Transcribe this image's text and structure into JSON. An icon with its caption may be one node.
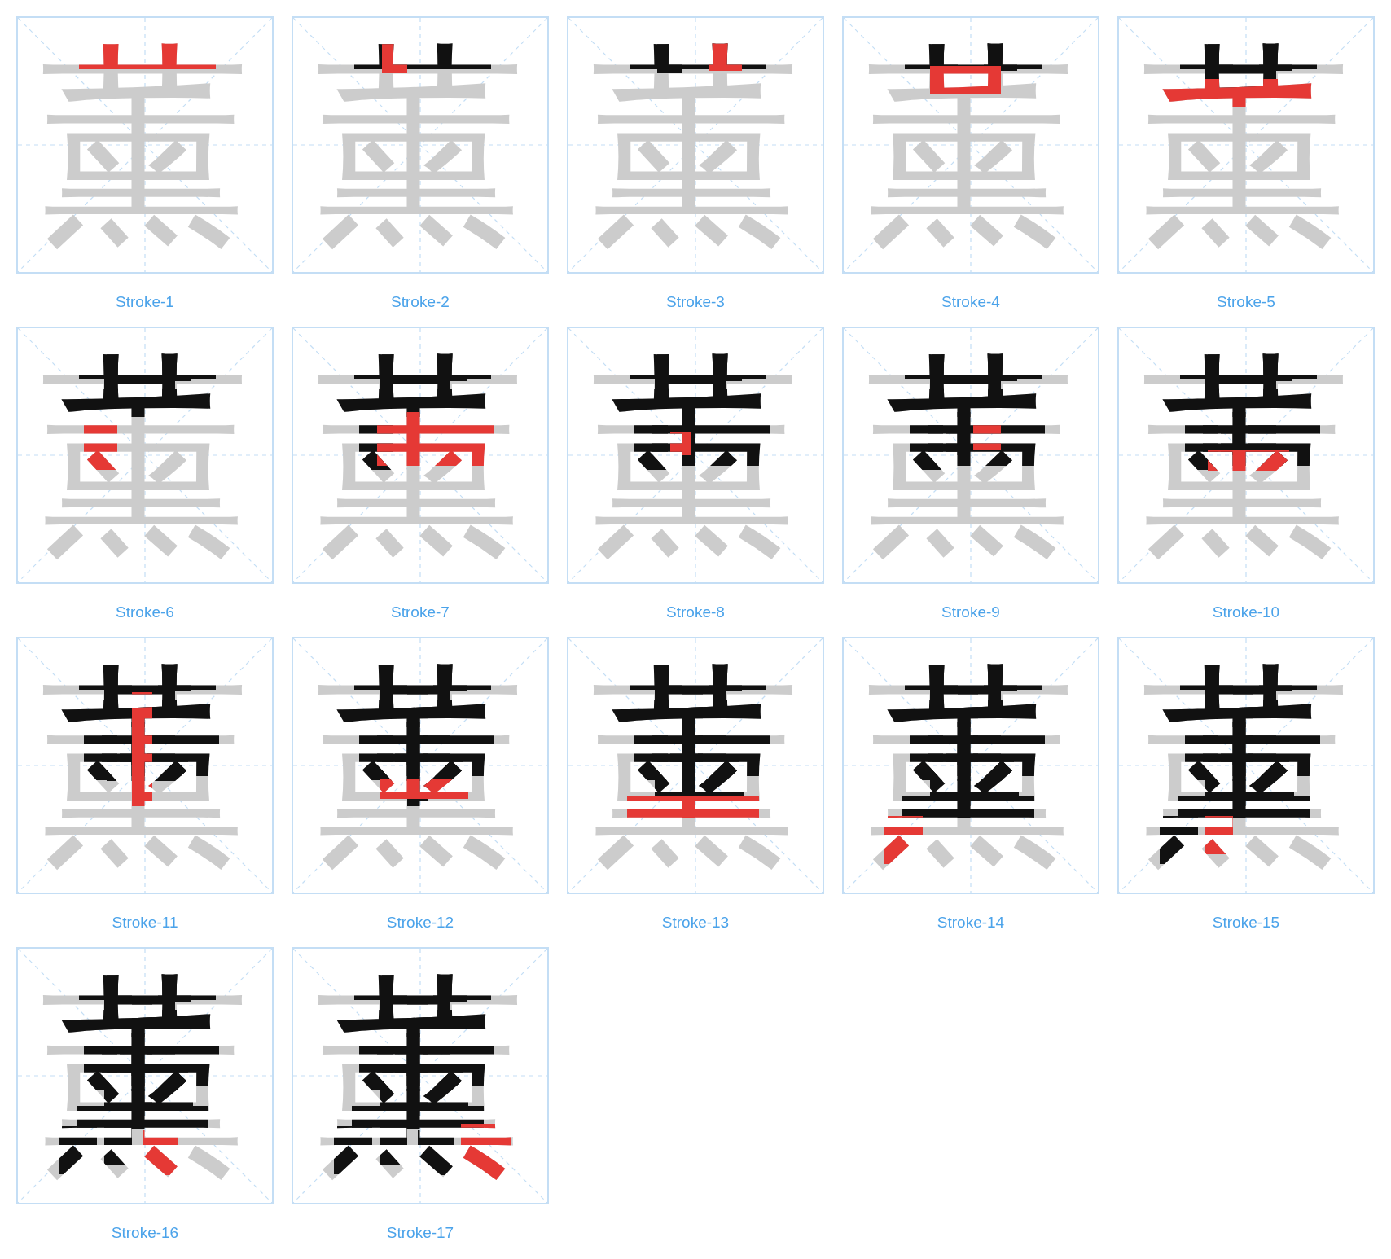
{
  "diagram": {
    "nodes": [
      {
        "text": [
          "薰",
          "Stroke-1"
        ]
      },
      {
        "text": [
          "薰",
          "Stroke-2"
        ]
      },
      {
        "text": [
          "薰",
          "Stroke-3"
        ]
      },
      {
        "text": [
          "薰",
          "Stroke-4"
        ]
      },
      {
        "text": [
          "薰",
          "Stroke-5"
        ]
      },
      {
        "text": [
          "薰",
          "Stroke-6"
        ]
      },
      {
        "text": [
          "薰",
          "Stroke-7"
        ]
      },
      {
        "text": [
          "薰",
          "Stroke-8"
        ]
      },
      {
        "text": [
          "薰",
          "Stroke-9"
        ]
      },
      {
        "text": [
          "薰",
          "Stroke-10"
        ]
      },
      {
        "text": [
          "薰",
          "Stroke-11"
        ]
      },
      {
        "text": [
          "薰",
          "Stroke-12"
        ]
      },
      {
        "text": [
          "薰",
          "Stroke-13"
        ]
      },
      {
        "text": [
          "薰",
          "Stroke-14"
        ]
      },
      {
        "text": [
          "薰",
          "Stroke-15"
        ]
      },
      {
        "text": [
          "薰",
          "Stroke-16"
        ]
      },
      {
        "text": [
          "薰",
          "Stroke-17"
        ]
      }
    ]
  }
}
